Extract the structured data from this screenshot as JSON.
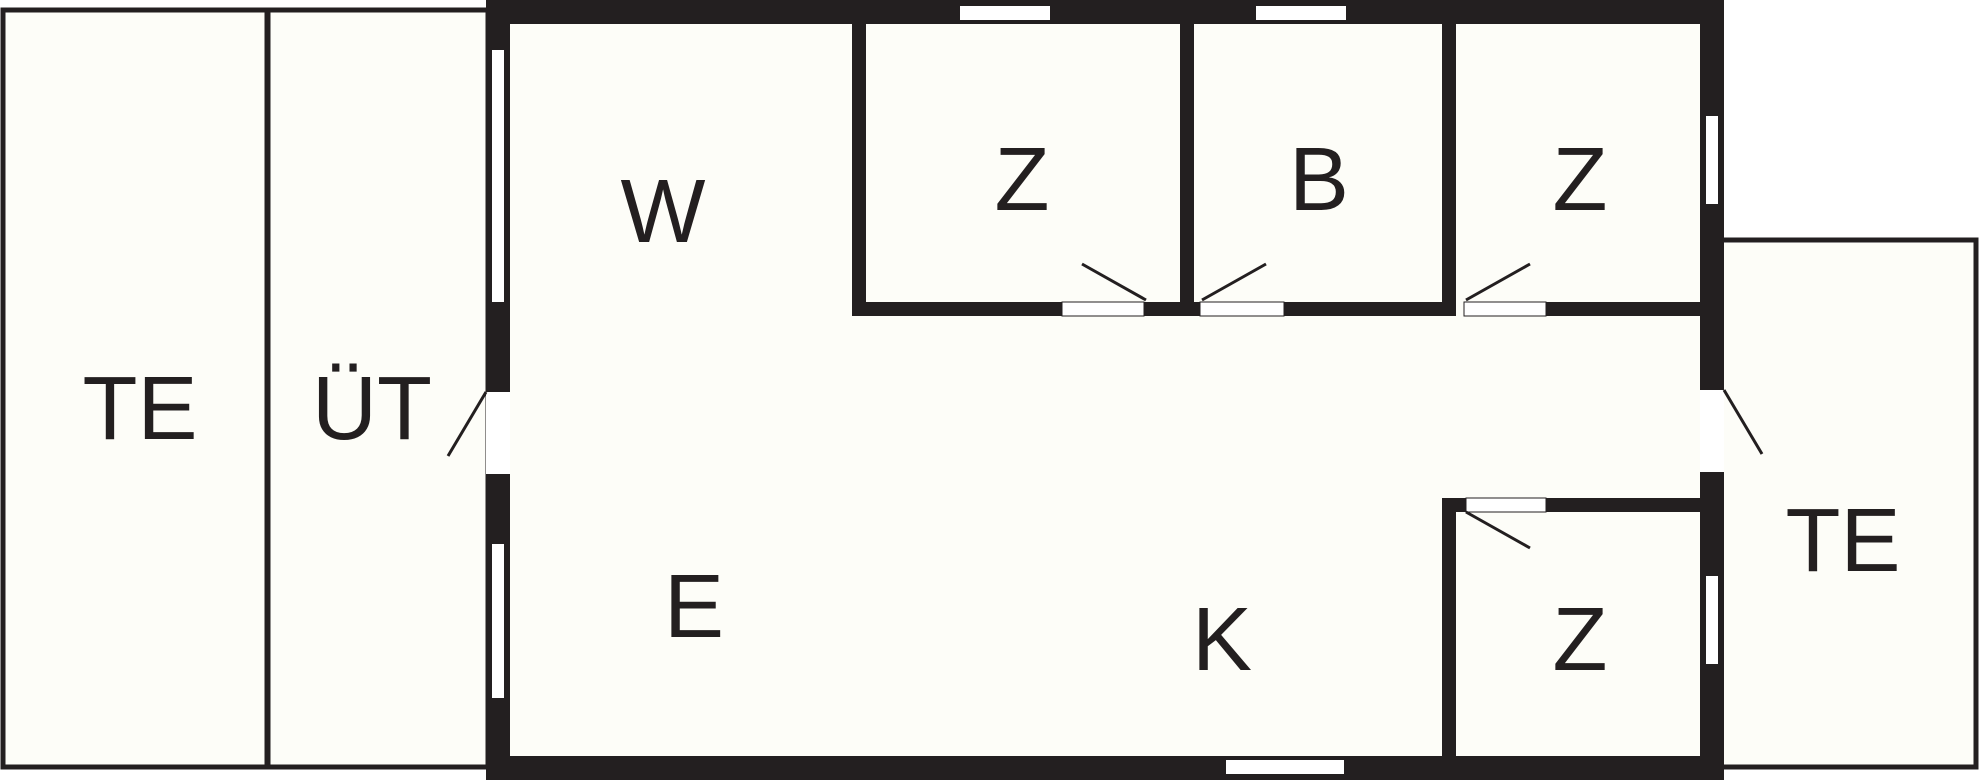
{
  "colors": {
    "wall": "#231f20",
    "floor": "#fdfdf8",
    "window": "#ffffff",
    "background": "#ffffff"
  },
  "rooms": {
    "terrace_left": "TE",
    "utility": "ÜT",
    "living": "W",
    "dining": "E",
    "kitchen": "K",
    "bedroom_1": "Z",
    "bathroom": "B",
    "bedroom_2": "Z",
    "bedroom_3": "Z",
    "terrace_right": "TE"
  }
}
